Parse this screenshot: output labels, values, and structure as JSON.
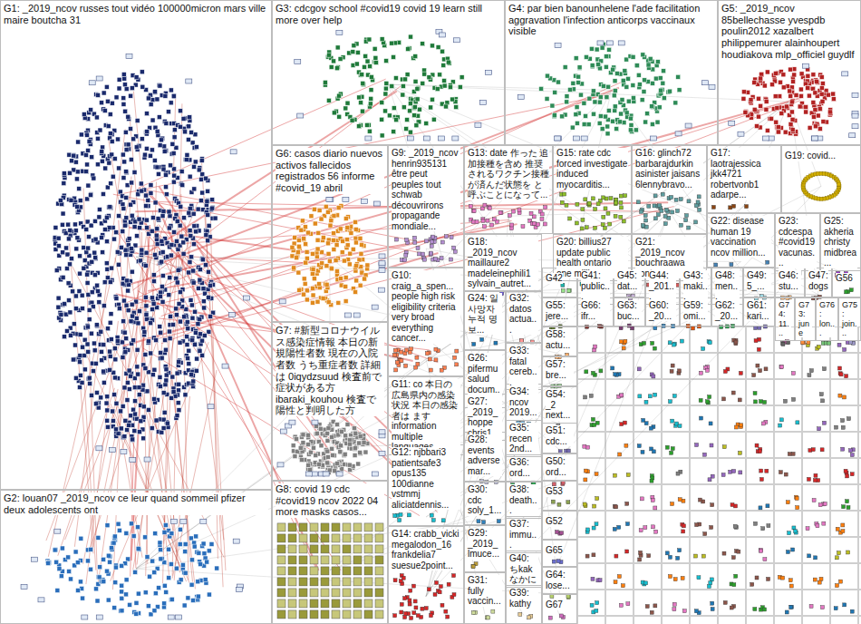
{
  "diagram": {
    "nodes": [
      {
        "text": [
          "G1: _2019_ncov russes tout vidéo 100000micron mars ville maire boutcha 31"
        ]
      },
      {
        "text": [
          "G2: louan07 _2019_ncov ce leur quand sommeil pfizer deux adolescents ont"
        ]
      },
      {
        "text": [
          "G3: cdcgov school #covid19 covid 19 learn still more over help"
        ]
      },
      {
        "text": [
          "G4: par bien banounhelene l'ade facilitation aggravation l'infection anticorps vaccinaux visible"
        ]
      },
      {
        "text": [
          "G5: _2019_ncov 85bellechasse yvespdb poulin2012 xazalbert philippemurer alainhoupert houdiakova mlp_officiel guydlf"
        ]
      },
      {
        "text": [
          "G6: casos diario nuevos activos fallecidos registrados 56 informe #covid_19 abril"
        ]
      },
      {
        "text": [
          "G9: _2019_ncov henrin935131 être peut peuples tout schwab découvrirons propagande mondiale..."
        ]
      },
      {
        "text": [
          "G13: date 作った 追加接種を含め 推奨されるワクチン接種が済んだ状態を と呼ぶことになって..."
        ]
      },
      {
        "text": [
          "G15: rate cdc forced investigate induced myocarditis..."
        ]
      },
      {
        "text": [
          "G16: glinch72 barbarajdurkin asinister jaisans 6lennybravo..."
        ]
      },
      {
        "text": [
          "G17: laotrajessica jkk4721 robertvonb1 adarpe..."
        ]
      },
      {
        "text": [
          "G19: covid..."
        ]
      },
      {
        "text": [
          "G22: disease human 19 vaccination ncov million..."
        ]
      },
      {
        "text": [
          "G23: cdcespa #covid19 vacunas..."
        ]
      },
      {
        "text": [
          "G25: akheria christy midbrea..."
        ]
      },
      {
        "text": [
          "G10: craig_a_spen... people high risk eligibility criteria very broad everything cancer..."
        ]
      },
      {
        "text": [
          "G18: _2019_ncov maillaure2 madeleinephili1 sylvain_autret..."
        ]
      },
      {
        "text": [
          "G20: billius27 update public health ontario one million..."
        ]
      },
      {
        "text": [
          "G21: _2019_ncov bouchraawa sont..."
        ]
      },
      {
        "text": [
          "G7: #新型コロナウイルス感染症情報 本日の新規陽性者数 現在の入院者数 うち重症者数 詳細は 0iqydzsuud 検査前で症状がある方 ibaraki_kouhou 検査で陽性と判明した方"
        ]
      },
      {
        "text": [
          "G11: co 本日の 広島県内の感染状況 本日の感染者は ます information multiple languages..."
        ]
      },
      {
        "text": [
          "G12: njbbari3 patientsafe3 opus135 100dianne vstmmj aliciatdennis..."
        ]
      },
      {
        "text": [
          "G8: covid 19 cdc #covid19 ncov 2022 04 more masks casos..."
        ]
      },
      {
        "text": [
          "G14: crabb_vicki megalodon_16 frankdelia7 suesue2point..."
        ]
      },
      {
        "text": [
          "G24: 일 사망자 누적 명 보..."
        ]
      },
      {
        "text": [
          "G32: datos actua..."
        ]
      },
      {
        "text": [
          "G42"
        ]
      },
      {
        "text": [
          "G41: public..."
        ]
      },
      {
        "text": [
          "G45: dat..."
        ]
      },
      {
        "text": [
          "G44: _201..."
        ]
      },
      {
        "text": [
          "G43: maki..."
        ]
      },
      {
        "text": [
          "G48: men..."
        ]
      },
      {
        "text": [
          "G49: 5_..."
        ]
      },
      {
        "text": [
          "G46: stu..."
        ]
      },
      {
        "text": [
          "G47: dogs"
        ]
      },
      {
        "text": [
          "G56"
        ]
      },
      {
        "text": [
          "G26: pifermu salud docum..."
        ]
      },
      {
        "text": [
          "G33: fatal cereb..."
        ]
      },
      {
        "text": [
          "G55: jere..."
        ]
      },
      {
        "text": [
          "G66: ifr..."
        ]
      },
      {
        "text": [
          "G63: buc..."
        ]
      },
      {
        "text": [
          "G60: _20..."
        ]
      },
      {
        "text": [
          "G59: omi..."
        ]
      },
      {
        "text": [
          "G62: _20..."
        ]
      },
      {
        "text": [
          "G61: kari..."
        ]
      },
      {
        "text": [
          "G74: 11..."
        ]
      },
      {
        "text": [
          "G73: june"
        ]
      },
      {
        "text": [
          "G76: lon..."
        ]
      },
      {
        "text": [
          "G75: join..."
        ]
      },
      {
        "text": [
          "G27: _2019_ hoppe chris1..."
        ]
      },
      {
        "text": [
          "G34: ncov 2019..."
        ]
      },
      {
        "text": [
          "G58: actu..."
        ]
      },
      {
        "text": [
          "G57: bre..."
        ]
      },
      {
        "text": [
          "G28: events adverse mar..."
        ]
      },
      {
        "text": [
          "G35: recen 2nd..."
        ]
      },
      {
        "text": [
          "G54: _2 next..."
        ]
      },
      {
        "text": [
          "G30: cdc soly_1..."
        ]
      },
      {
        "text": [
          "G36: ord..."
        ]
      },
      {
        "text": [
          "G51: cdc..."
        ]
      },
      {
        "text": [
          "G38: death..."
        ]
      },
      {
        "text": [
          "G50: ord..."
        ]
      },
      {
        "text": [
          "G53"
        ]
      },
      {
        "text": [
          "G29: _2019_ lmuce..."
        ]
      },
      {
        "text": [
          "G37: immu..."
        ]
      },
      {
        "text": [
          "G52"
        ]
      },
      {
        "text": [
          "G65"
        ]
      },
      {
        "text": [
          "G40: ちkak なかに"
        ]
      },
      {
        "text": [
          "G64: lose..."
        ]
      },
      {
        "text": [
          "G31: fully vaccin..."
        ]
      },
      {
        "text": [
          "G39: kathy"
        ]
      },
      {
        "text": [
          "G67"
        ]
      }
    ]
  }
}
